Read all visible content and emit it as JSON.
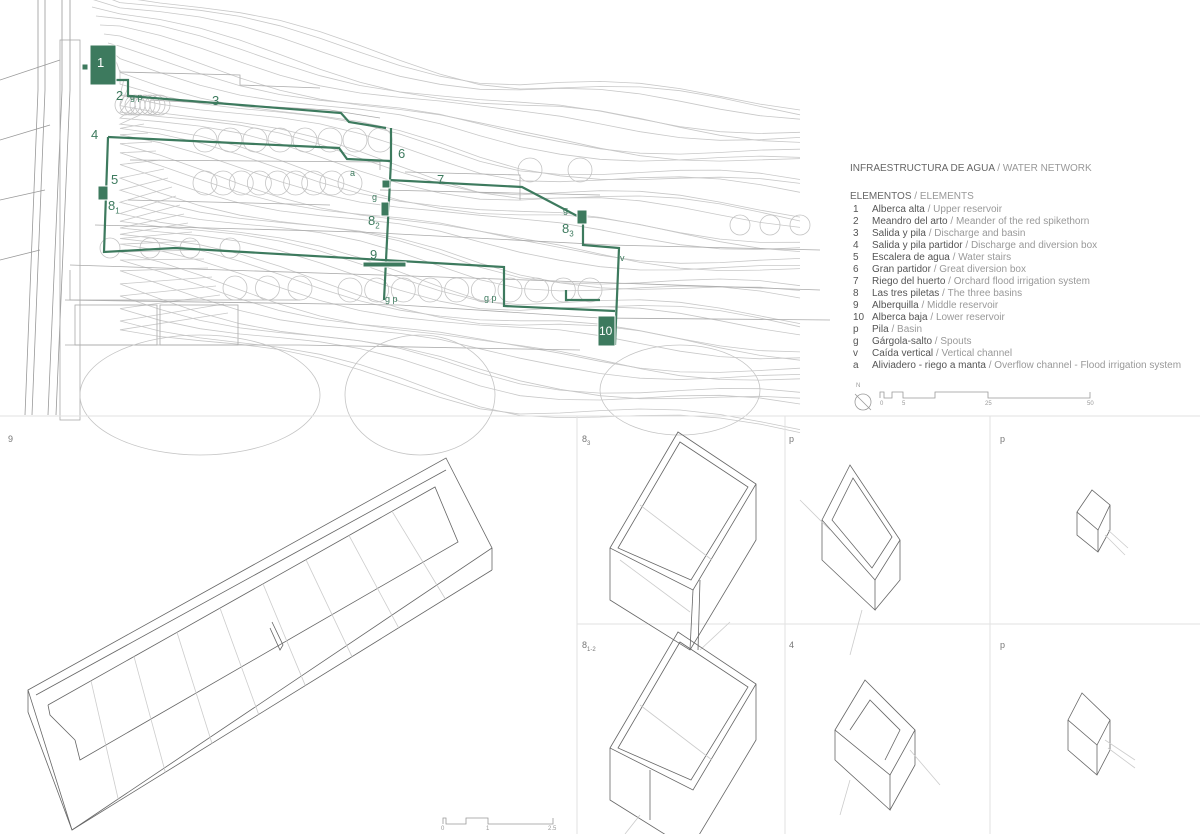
{
  "legend": {
    "title_es": "INFRAESTRUCTURA DE AGUA",
    "title_en": "WATER NETWORK",
    "section_es": "ELEMENTOS",
    "section_en": "ELEMENTS",
    "items": [
      {
        "key": "1",
        "es": "Alberca alta",
        "en": "Upper reservoir"
      },
      {
        "key": "2",
        "es": "Meandro del arto",
        "en": "Meander of the red spikethorn"
      },
      {
        "key": "3",
        "es": "Salida y pila",
        "en": "Discharge and basin"
      },
      {
        "key": "4",
        "es": "Salida y pila partidor",
        "en": "Discharge and diversion box"
      },
      {
        "key": "5",
        "es": "Escalera de agua",
        "en": "Water stairs"
      },
      {
        "key": "6",
        "es": "Gran partidor",
        "en": "Great diversion box"
      },
      {
        "key": "7",
        "es": "Riego del huerto",
        "en": "Orchard flood irrigation system"
      },
      {
        "key": "8",
        "es": "Las tres piletas",
        "en": "The three basins"
      },
      {
        "key": "9",
        "es": "Alberquilla",
        "en": "Middle reservoir"
      },
      {
        "key": "10",
        "es": "Alberca baja",
        "en": "Lower reservoir"
      },
      {
        "key": "p",
        "es": "Pila",
        "en": "Basin"
      },
      {
        "key": "g",
        "es": "Gárgola-salto",
        "en": "Spouts"
      },
      {
        "key": "v",
        "es": "Caída vertical",
        "en": "Vertical channel"
      },
      {
        "key": "a",
        "es": "Aliviadero - riego a manta",
        "en": "Overflow channel - Flood irrigation system"
      }
    ],
    "north": "N",
    "scale_ticks": [
      "0",
      "5",
      "25",
      "50"
    ]
  },
  "map_labels": {
    "l1": "1",
    "l2": "2",
    "l3": "3",
    "l4": "4",
    "l5": "5",
    "l6": "6",
    "l7": "7",
    "l8": "8",
    "l9": "9",
    "l10": "10",
    "sub1": "1",
    "sub2": "2",
    "sub3": "3",
    "gp": "g p",
    "g": "g",
    "a": "a",
    "v": "v"
  },
  "panels": {
    "p9": "9",
    "p83": "8",
    "p83_sub": "3",
    "pp1": "p",
    "pp2": "p",
    "p812": "8",
    "p812_sub": "1-2",
    "p4": "4",
    "pp3": "p"
  },
  "iso_scale_ticks": [
    "0",
    "1",
    "2.5"
  ],
  "colors": {
    "water": "#3d7a5e",
    "line": "#aaaaaa",
    "dark": "#666666"
  }
}
